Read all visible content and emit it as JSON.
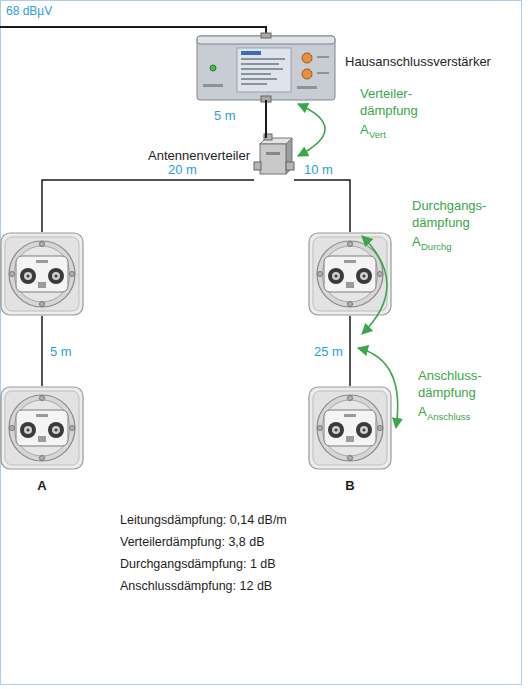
{
  "diagram": {
    "nodes": [
      {
        "text": [
          "Hausanschlussverstärker"
        ]
      },
      {
        "text": [
          "Antennenverteiler"
        ]
      },
      {
        "text": [
          "A"
        ]
      },
      {
        "text": [
          "B"
        ]
      }
    ],
    "edges": [
      {
        "from": 0,
        "to": 1,
        "arrow": "none",
        "label": "5 m"
      }
    ],
    "labels": [
      "68 dBµV",
      "20 m",
      "10 m",
      "5 m",
      "25 m",
      "Verteiler- dämpfung",
      "A",
      "Vert",
      "Durchgangs- dämpfung",
      "A",
      "Durchg",
      "Anschluss- dämpfung",
      "A",
      "Anschluss",
      "Leitungsdämpfung: 0,14 dB/m",
      "Verteilerdämpfung: 3,8 dB",
      "Durchgangsdämpfung: 1 dB",
      "Anschlussdämpfung: 12 dB"
    ]
  }
}
